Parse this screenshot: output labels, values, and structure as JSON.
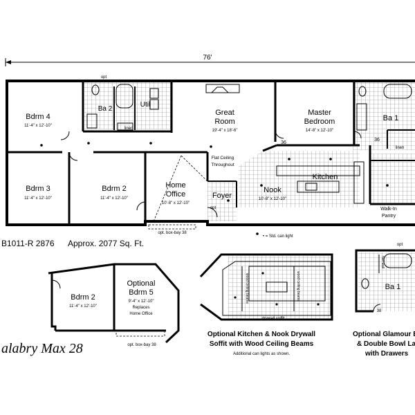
{
  "plan": {
    "overall_width": "76'",
    "model_code": "B1011-R 2876",
    "area": "Approx. 2077 Sq. Ft.",
    "model_name": "alabry Max 28",
    "legend": "• = Std. can light"
  },
  "rooms": {
    "bdrm4": {
      "name": "Bdrm 4",
      "size": "11'-4\" x 12'-10\""
    },
    "ba2": {
      "name": "Ba 2"
    },
    "util": {
      "name": "Util"
    },
    "great_room": {
      "name1": "Great",
      "name2": "Room",
      "size": "19'-4\" x 18'-6\""
    },
    "master": {
      "name1": "Master",
      "name2": "Bedroom",
      "size": "14'-8\" x 12'-10\""
    },
    "ba1": {
      "name": "Ba 1"
    },
    "linen": "linen",
    "linen2": "linen",
    "bdrm3": {
      "name": "Bdrm 3",
      "size": "11'-4\" x 12'-10\""
    },
    "bdrm2": {
      "name": "Bdrm 2",
      "size": "11'-4\" x 12'-10\""
    },
    "home_office": {
      "name1": "Home",
      "name2": "Office",
      "size": "10'-8\" x 12'-10\""
    },
    "foyer": {
      "name": "Foyer"
    },
    "nook": {
      "name": "Nook",
      "size": "10'-8\" x 12'-10\""
    },
    "kitchen": {
      "name": "Kitchen"
    },
    "walkin": {
      "name1": "Walk-In",
      "name2": "Pantry"
    },
    "flat_ceiling": {
      "line1": "Flat Ceiling",
      "line2": "Throughout"
    },
    "opt_top": "opt",
    "opt_foyer": "opt",
    "dw_36a": "36",
    "dw_36b": "36",
    "boxbay": "opt. box-bay 38"
  },
  "options": {
    "bdrm5": {
      "bdrm2_name": "Bdrm 2",
      "bdrm2_size": "11'-4\" x 12'-10\"",
      "name1": "Optional",
      "name2": "Bdrm 5",
      "size": "9'-4\" x 12'-10\"",
      "note1": "Replaces",
      "note2": "Home Office",
      "boxbay": "opt. box-bay 38"
    },
    "kitchen_drywall": {
      "caption1": "Optional Kitchen & Nook Drywall",
      "caption2": "Soffit with Wood Ceiling Beams",
      "caption3": "Additional can lights as shown.",
      "beam_label1": "wood ceiling beams",
      "beam_label2": "wood ceiling beams",
      "soffit": "drywall soffit"
    },
    "glamour_bath": {
      "caption1": "Optional Glamour B",
      "caption2": "& Double Bowl La",
      "caption3": "with Drawers",
      "ba_name": "Ba 1",
      "opt": "opt",
      "half_wall": "half wall",
      "dw": "38"
    }
  }
}
